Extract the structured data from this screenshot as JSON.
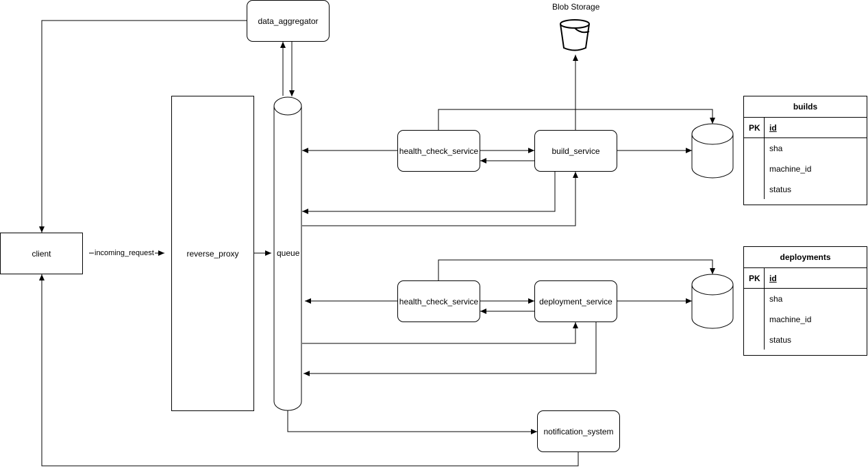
{
  "nodes": {
    "client": "client",
    "reverse_proxy": "reverse_proxy",
    "queue": "queue",
    "data_aggregator": "data_aggregator",
    "health_check_build": "health_check_service",
    "build_service": "build_service",
    "health_check_deploy": "health_check_service",
    "deployment_service": "deployment_service",
    "notification_system": "notification_system",
    "blob_storage": "Blob Storage"
  },
  "edge_labels": {
    "incoming_request": "incoming_request"
  },
  "tables": {
    "builds": {
      "title": "builds",
      "pk": "PK",
      "key_field": "id",
      "fields": [
        "sha",
        "machine_id",
        "status"
      ]
    },
    "deployments": {
      "title": "deployments",
      "pk": "PK",
      "key_field": "id",
      "fields": [
        "sha",
        "machine_id",
        "status"
      ]
    }
  }
}
